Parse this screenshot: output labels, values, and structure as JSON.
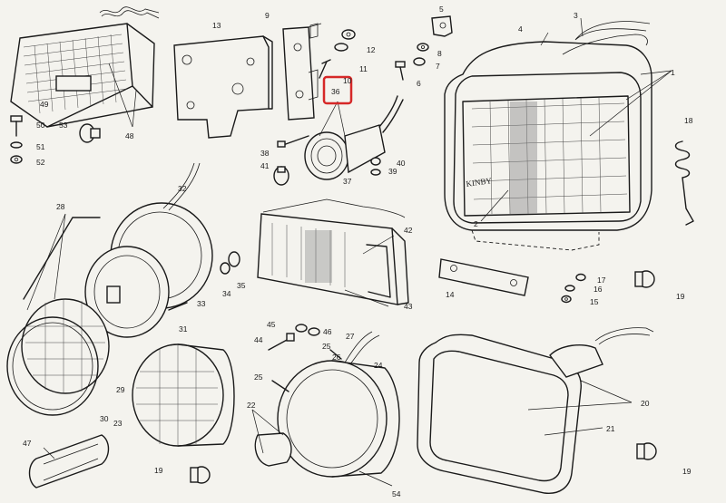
{
  "highlight": {
    "color": "#d62828"
  },
  "diagram_callouts": [
    {
      "id": "p1",
      "text": "1"
    },
    {
      "id": "p2",
      "text": "2"
    },
    {
      "id": "p3",
      "text": "3"
    },
    {
      "id": "p4",
      "text": "4"
    },
    {
      "id": "p5",
      "text": "5"
    },
    {
      "id": "p6",
      "text": "6"
    },
    {
      "id": "p7",
      "text": "7"
    },
    {
      "id": "p8",
      "text": "8"
    },
    {
      "id": "p9",
      "text": "9"
    },
    {
      "id": "p10",
      "text": "10"
    },
    {
      "id": "p11",
      "text": "11"
    },
    {
      "id": "p12",
      "text": "12"
    },
    {
      "id": "p13",
      "text": "13"
    },
    {
      "id": "p14",
      "text": "14"
    },
    {
      "id": "p15",
      "text": "15"
    },
    {
      "id": "p16",
      "text": "16"
    },
    {
      "id": "p17",
      "text": "17"
    },
    {
      "id": "p18",
      "text": "18"
    },
    {
      "id": "p19a",
      "text": "19"
    },
    {
      "id": "p19b",
      "text": "19"
    },
    {
      "id": "p19c",
      "text": "19"
    },
    {
      "id": "p20",
      "text": "20"
    },
    {
      "id": "p21",
      "text": "21"
    },
    {
      "id": "p22",
      "text": "22"
    },
    {
      "id": "p23",
      "text": "23"
    },
    {
      "id": "p24",
      "text": "24"
    },
    {
      "id": "p25a",
      "text": "25"
    },
    {
      "id": "p25b",
      "text": "25"
    },
    {
      "id": "p26",
      "text": "26"
    },
    {
      "id": "p27",
      "text": "27"
    },
    {
      "id": "p28",
      "text": "28"
    },
    {
      "id": "p29",
      "text": "29"
    },
    {
      "id": "p30",
      "text": "30"
    },
    {
      "id": "p31",
      "text": "31"
    },
    {
      "id": "p32",
      "text": "32"
    },
    {
      "id": "p33",
      "text": "33"
    },
    {
      "id": "p34",
      "text": "34"
    },
    {
      "id": "p35",
      "text": "35"
    },
    {
      "id": "p36",
      "text": "36",
      "highlighted": true
    },
    {
      "id": "p37",
      "text": "37"
    },
    {
      "id": "p38",
      "text": "38"
    },
    {
      "id": "p39",
      "text": "39"
    },
    {
      "id": "p40",
      "text": "40"
    },
    {
      "id": "p41",
      "text": "41"
    },
    {
      "id": "p42",
      "text": "42"
    },
    {
      "id": "p43",
      "text": "43"
    },
    {
      "id": "p44",
      "text": "44"
    },
    {
      "id": "p45",
      "text": "45"
    },
    {
      "id": "p46",
      "text": "46"
    },
    {
      "id": "p47",
      "text": "47"
    },
    {
      "id": "p48",
      "text": "48"
    },
    {
      "id": "p49",
      "text": "49"
    },
    {
      "id": "p50",
      "text": "50"
    },
    {
      "id": "p51",
      "text": "51"
    },
    {
      "id": "p52",
      "text": "52"
    },
    {
      "id": "p53",
      "text": "53"
    },
    {
      "id": "p54",
      "text": "54"
    }
  ],
  "lens_marking": {
    "brand": "KINBY"
  }
}
